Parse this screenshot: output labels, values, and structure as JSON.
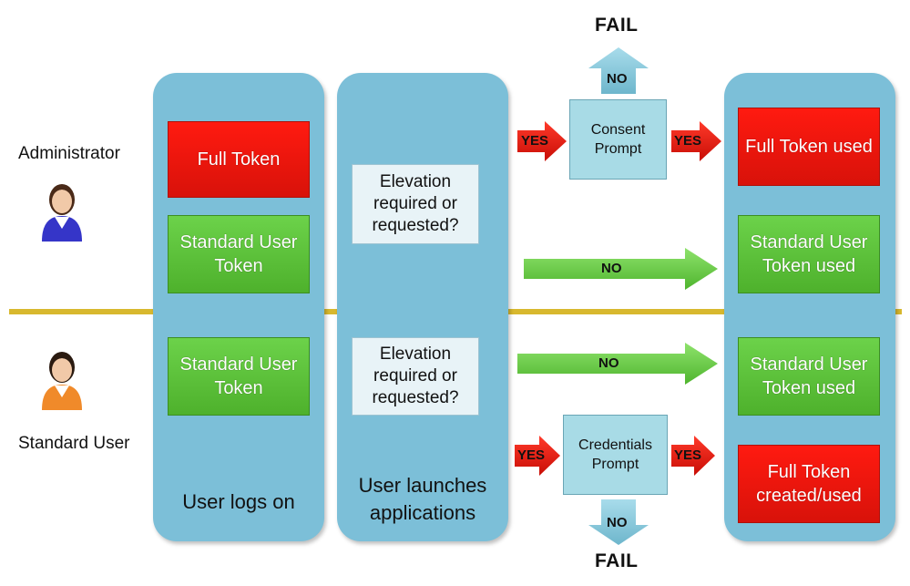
{
  "roles": {
    "administrator": "Administrator",
    "standard_user": "Standard User"
  },
  "columns": {
    "logon": "User logs on",
    "launch": "User launches applications"
  },
  "admin": {
    "full_token": "Full Token",
    "standard_token": "Standard User Token",
    "question": "Elevation required or requested?",
    "prompt": "Consent Prompt",
    "result_full": "Full Token used",
    "result_standard": "Standard User Token used"
  },
  "std": {
    "standard_token": "Standard User Token",
    "question": "Elevation required or requested?",
    "prompt": "Credentials Prompt",
    "result_standard": "Standard User Token used",
    "result_full": "Full Token created/used"
  },
  "arrows": {
    "yes": "YES",
    "no": "NO",
    "fail": "FAIL"
  },
  "colors": {
    "column": "#7cbfd8",
    "red": "#e8160c",
    "green": "#5cc23a",
    "divider": "#d8b82e"
  }
}
